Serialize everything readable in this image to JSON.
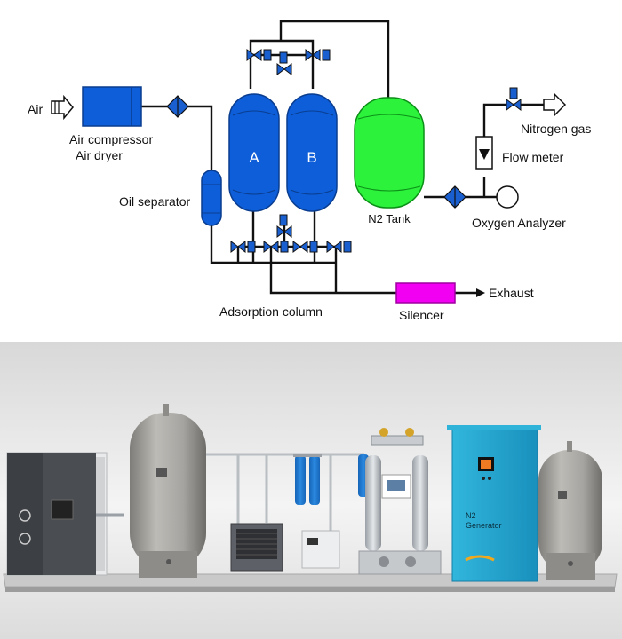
{
  "schematic": {
    "labels": {
      "air": "Air",
      "compressor_line1": "Air compressor",
      "compressor_line2": "Air dryer",
      "oil_separator": "Oil separator",
      "column_a": "A",
      "column_b": "B",
      "n2_tank": "N2 Tank",
      "nitrogen_gas": "Nitrogen gas",
      "flow_meter": "Flow meter",
      "oxygen_analyzer": "Oxygen Analyzer",
      "adsorption_column": "Adsorption column",
      "silencer": "Silencer",
      "exhaust": "Exhaust"
    },
    "colors": {
      "vessel_blue": "#0d5ed8",
      "n2_tank_green": "#2cf23c",
      "silencer_magenta": "#f200f2",
      "pipe": "#111111"
    }
  },
  "photo": {
    "generator_label_line1": "N2",
    "generator_label_line2": "Generator",
    "colors": {
      "generator_cyan": "#1ea9d2",
      "tank_gray": "#a8a6a2",
      "filter_blue": "#1f7fd0"
    }
  }
}
